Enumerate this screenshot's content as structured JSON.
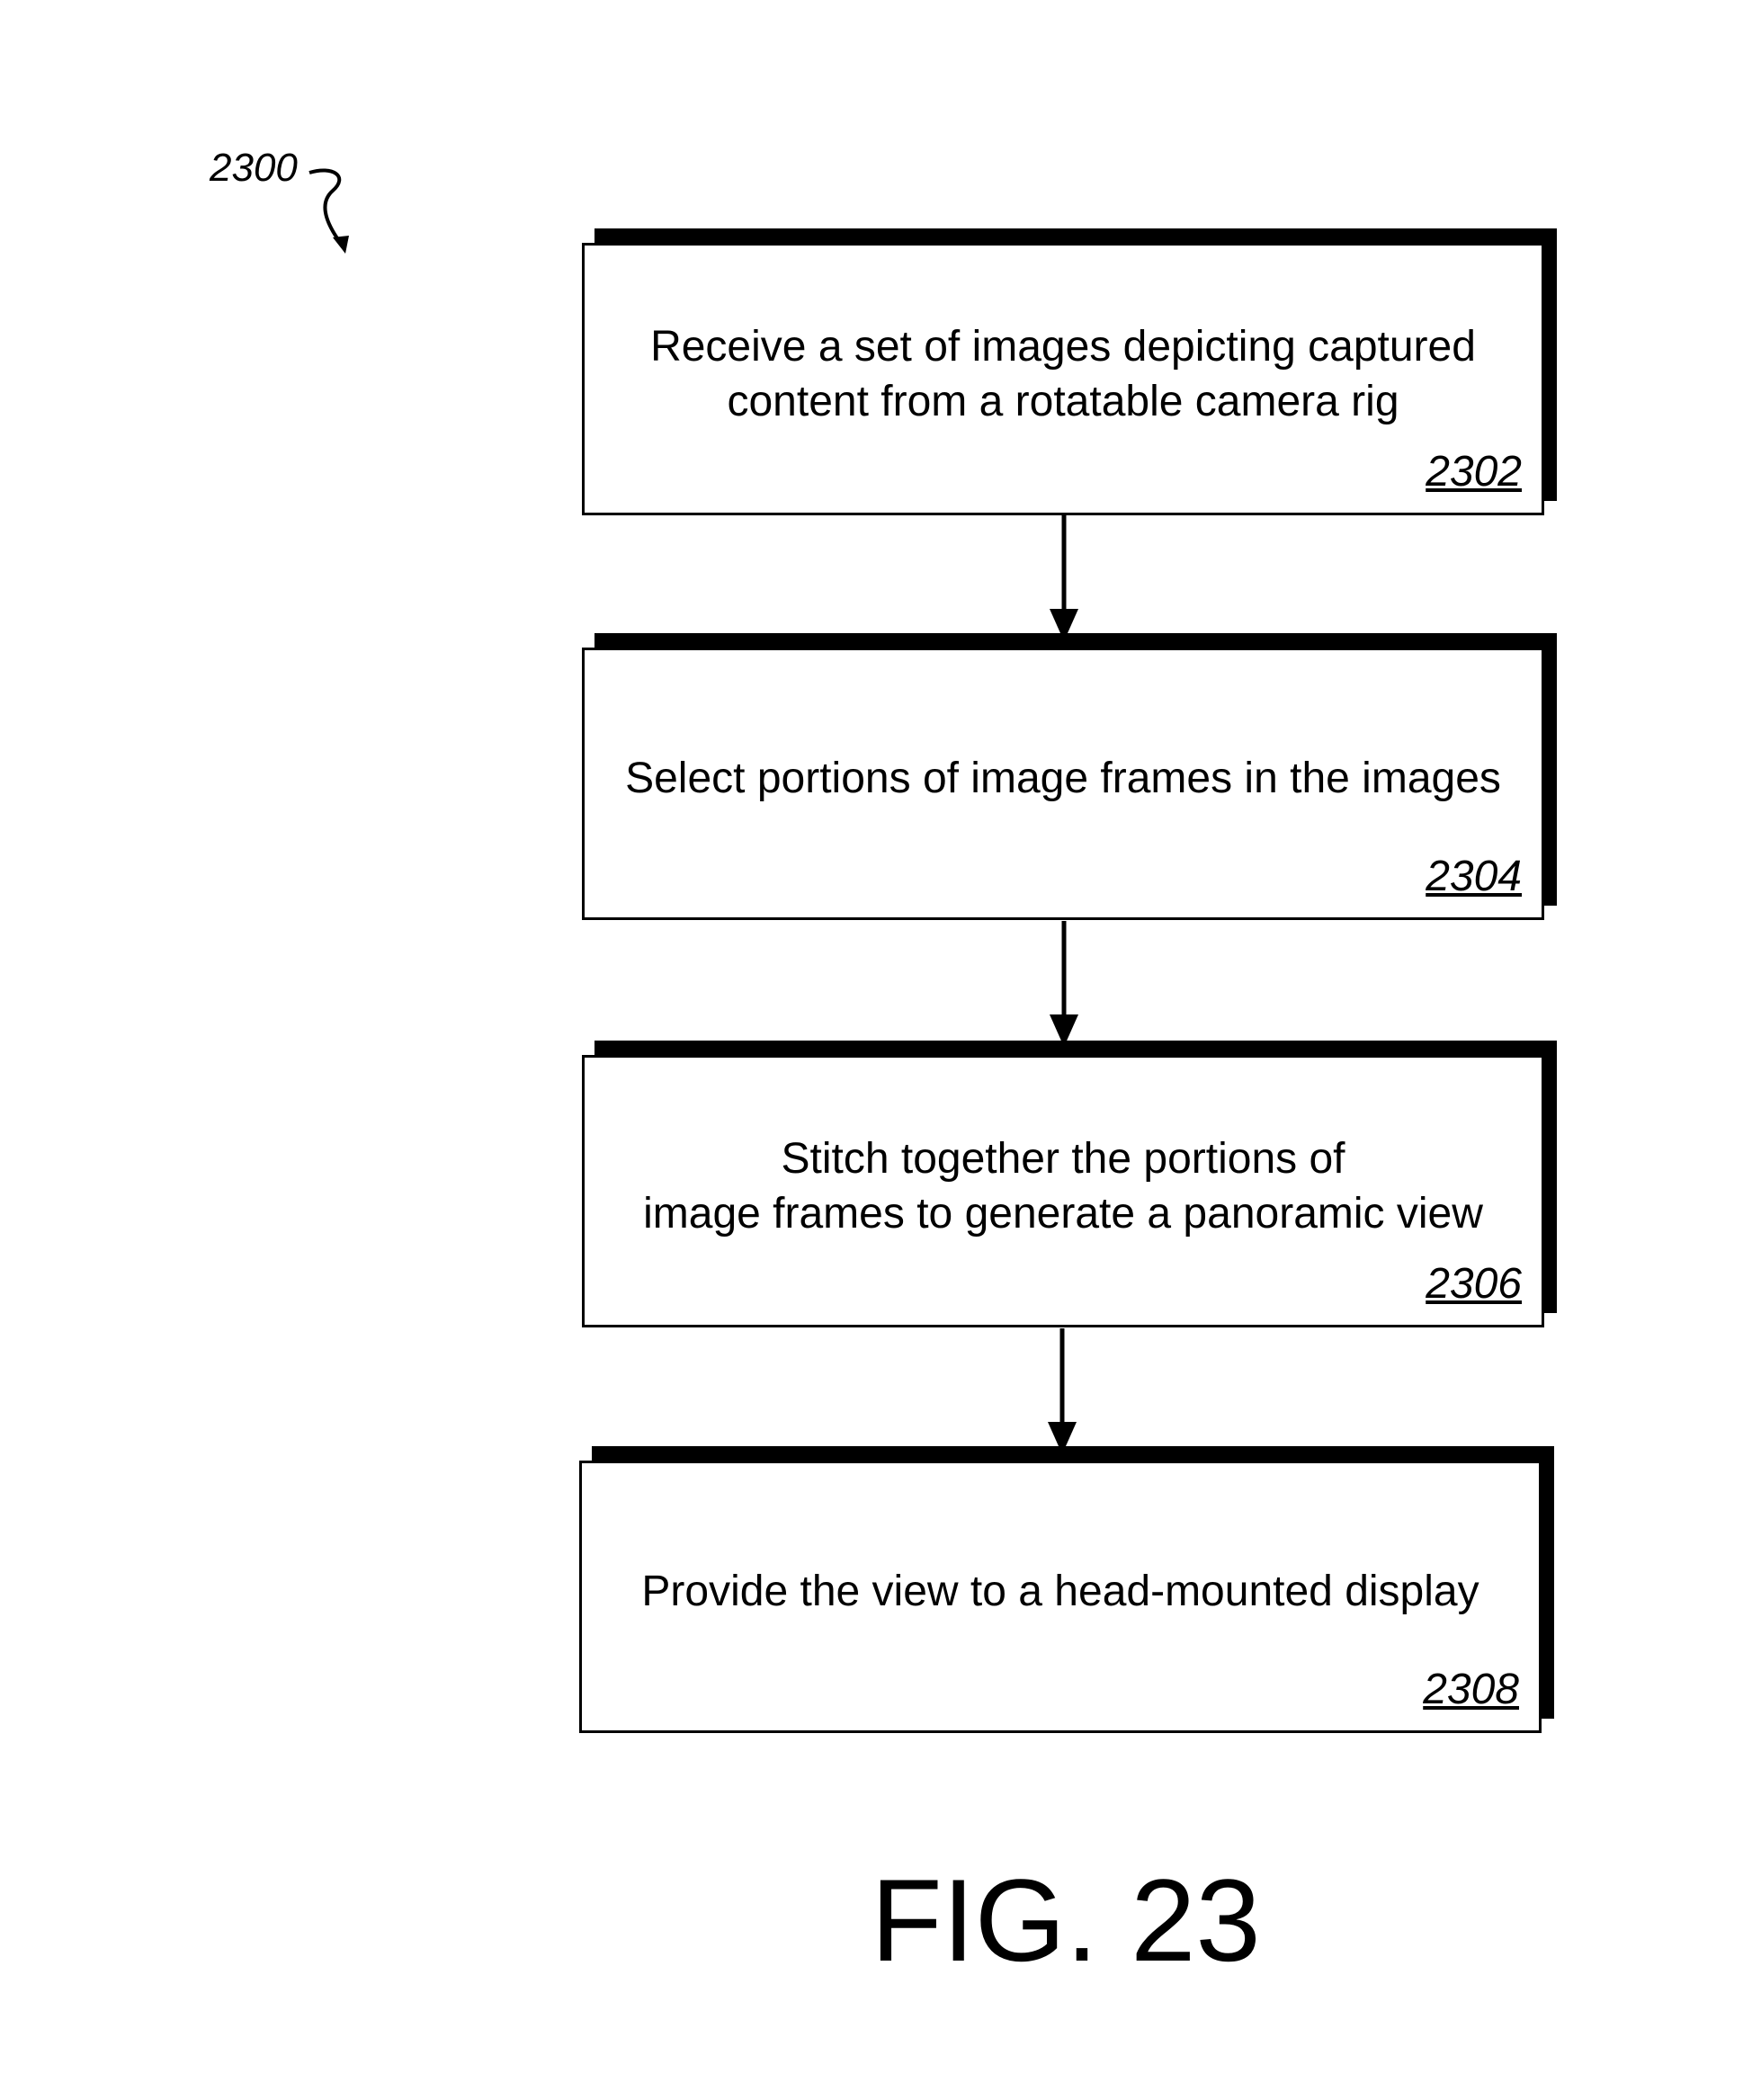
{
  "diagram": {
    "reference_number": "2300",
    "figure_label": "FIG. 23",
    "steps": [
      {
        "text_line1": "Receive a set of images depicting captured",
        "text_line2": "content from a rotatable camera rig",
        "number": "2302"
      },
      {
        "text_line1": "Select portions of image frames in the images",
        "text_line2": "",
        "number": "2304"
      },
      {
        "text_line1": "Stitch together the portions of",
        "text_line2": "image frames to generate a panoramic view",
        "number": "2306"
      },
      {
        "text_line1": "Provide the view to a head-mounted display",
        "text_line2": "",
        "number": "2308"
      }
    ]
  }
}
